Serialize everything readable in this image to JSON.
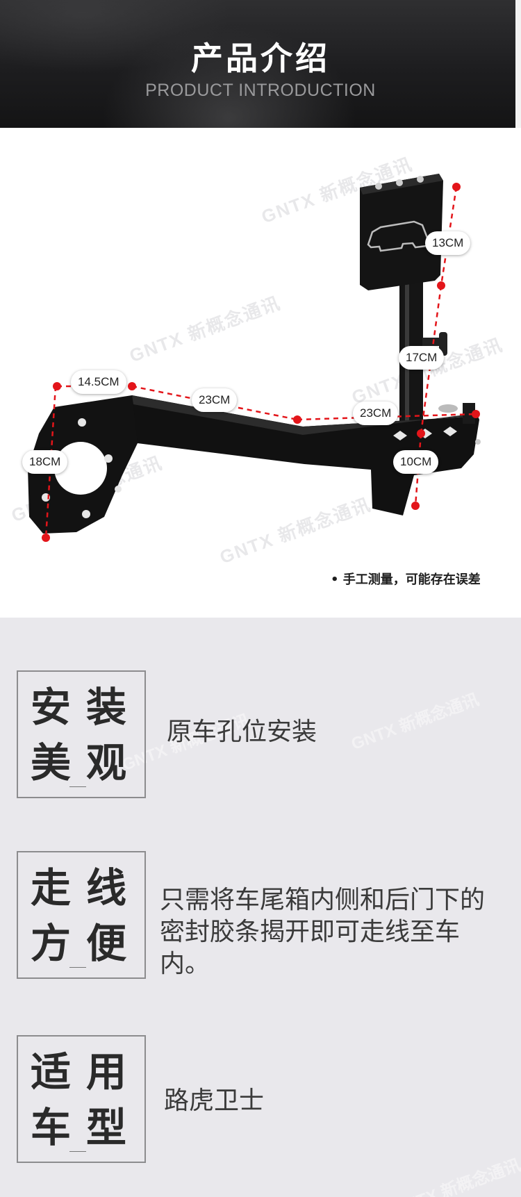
{
  "header": {
    "title": "产品介绍",
    "subtitle": "PRODUCT INTRODUCTION"
  },
  "product": {
    "dimensions": [
      "13CM",
      "17CM",
      "14.5CM",
      "23CM",
      "23CM",
      "18CM",
      "10CM"
    ],
    "note": "• 手工测量，可能存在误差",
    "watermark": "GNTX 新概念通讯"
  },
  "features": [
    {
      "chars": [
        "安",
        "装",
        "美",
        "观"
      ],
      "text": "原车孔位安装"
    },
    {
      "chars": [
        "走",
        "线",
        "方",
        "便"
      ],
      "text": "只需将车尾箱内侧和后门下的密封胶条揭开即可走线至车内。"
    },
    {
      "chars": [
        "适",
        "用",
        "车",
        "型"
      ],
      "text": "路虎卫士"
    }
  ],
  "colors": {
    "banner_bg": "#1d1d1f",
    "accent_red": "#e3151a",
    "features_bg": "#e9e8ec"
  }
}
